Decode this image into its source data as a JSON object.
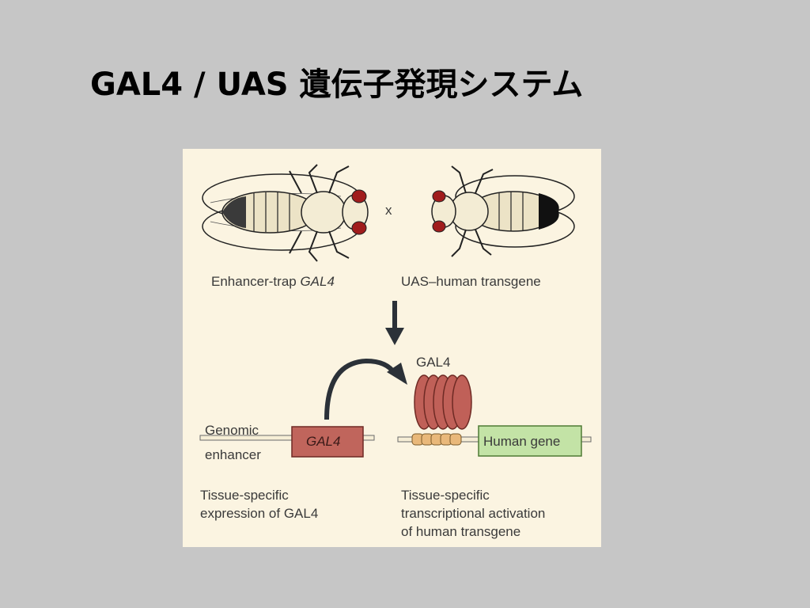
{
  "slide": {
    "title": "GAL4 / UAS 遺伝子発現システム"
  },
  "figure": {
    "cross_symbol": "x",
    "fly_left_label": "Enhancer-trap ",
    "fly_left_label_italic": "GAL4",
    "fly_right_label": "UAS–human transgene",
    "gal4_protein_label": "GAL4",
    "genomic_enhancer_line1": "Genomic",
    "genomic_enhancer_line2": "enhancer",
    "gal4_gene_label": "GAL4",
    "human_gene_label": "Human gene",
    "caption_left": [
      "Tissue-specific",
      "expression of GAL4"
    ],
    "caption_right": [
      "Tissue-specific",
      "transcriptional activation",
      "of human transgene"
    ]
  }
}
